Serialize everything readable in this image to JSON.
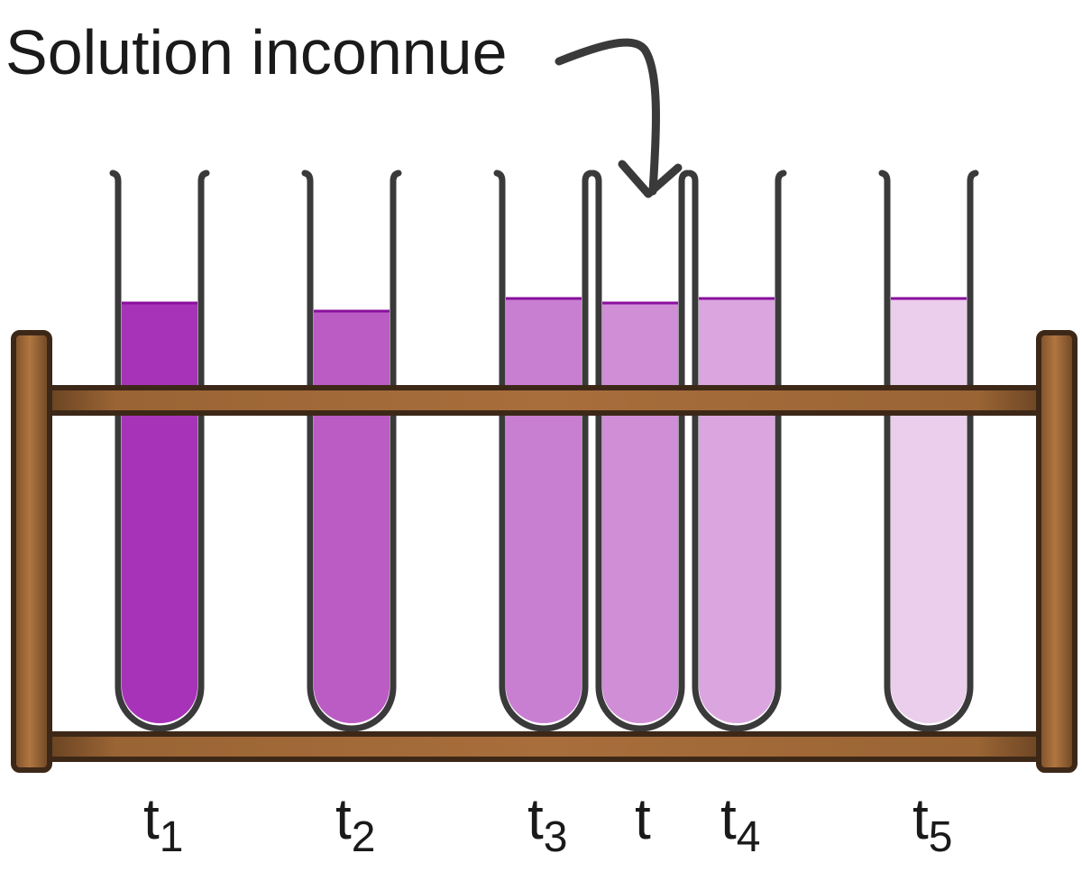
{
  "annotation": {
    "text": "Solution inconnue"
  },
  "tubes": [
    {
      "id": "t1",
      "label_main": "t",
      "label_sub": "1",
      "fill_color": "#a733b8",
      "level": 0.73
    },
    {
      "id": "t2",
      "label_main": "t",
      "label_sub": "2",
      "fill_color": "#ba5cc4",
      "level": 0.72
    },
    {
      "id": "t3",
      "label_main": "t",
      "label_sub": "3",
      "fill_color": "#c97fd1",
      "level": 0.74
    },
    {
      "id": "t",
      "label_main": "t",
      "label_sub": "",
      "fill_color": "#d08ed7",
      "level": 0.73,
      "unknown": true
    },
    {
      "id": "t4",
      "label_main": "t",
      "label_sub": "4",
      "fill_color": "#dba6df",
      "level": 0.74
    },
    {
      "id": "t5",
      "label_main": "t",
      "label_sub": "5",
      "fill_color": "#ebcdec",
      "level": 0.74
    }
  ],
  "colors": {
    "outline": "#3a3a3a",
    "meniscus": "#8a0f9e",
    "wood_light": "#a06a3a",
    "wood_dark": "#4a3020"
  }
}
